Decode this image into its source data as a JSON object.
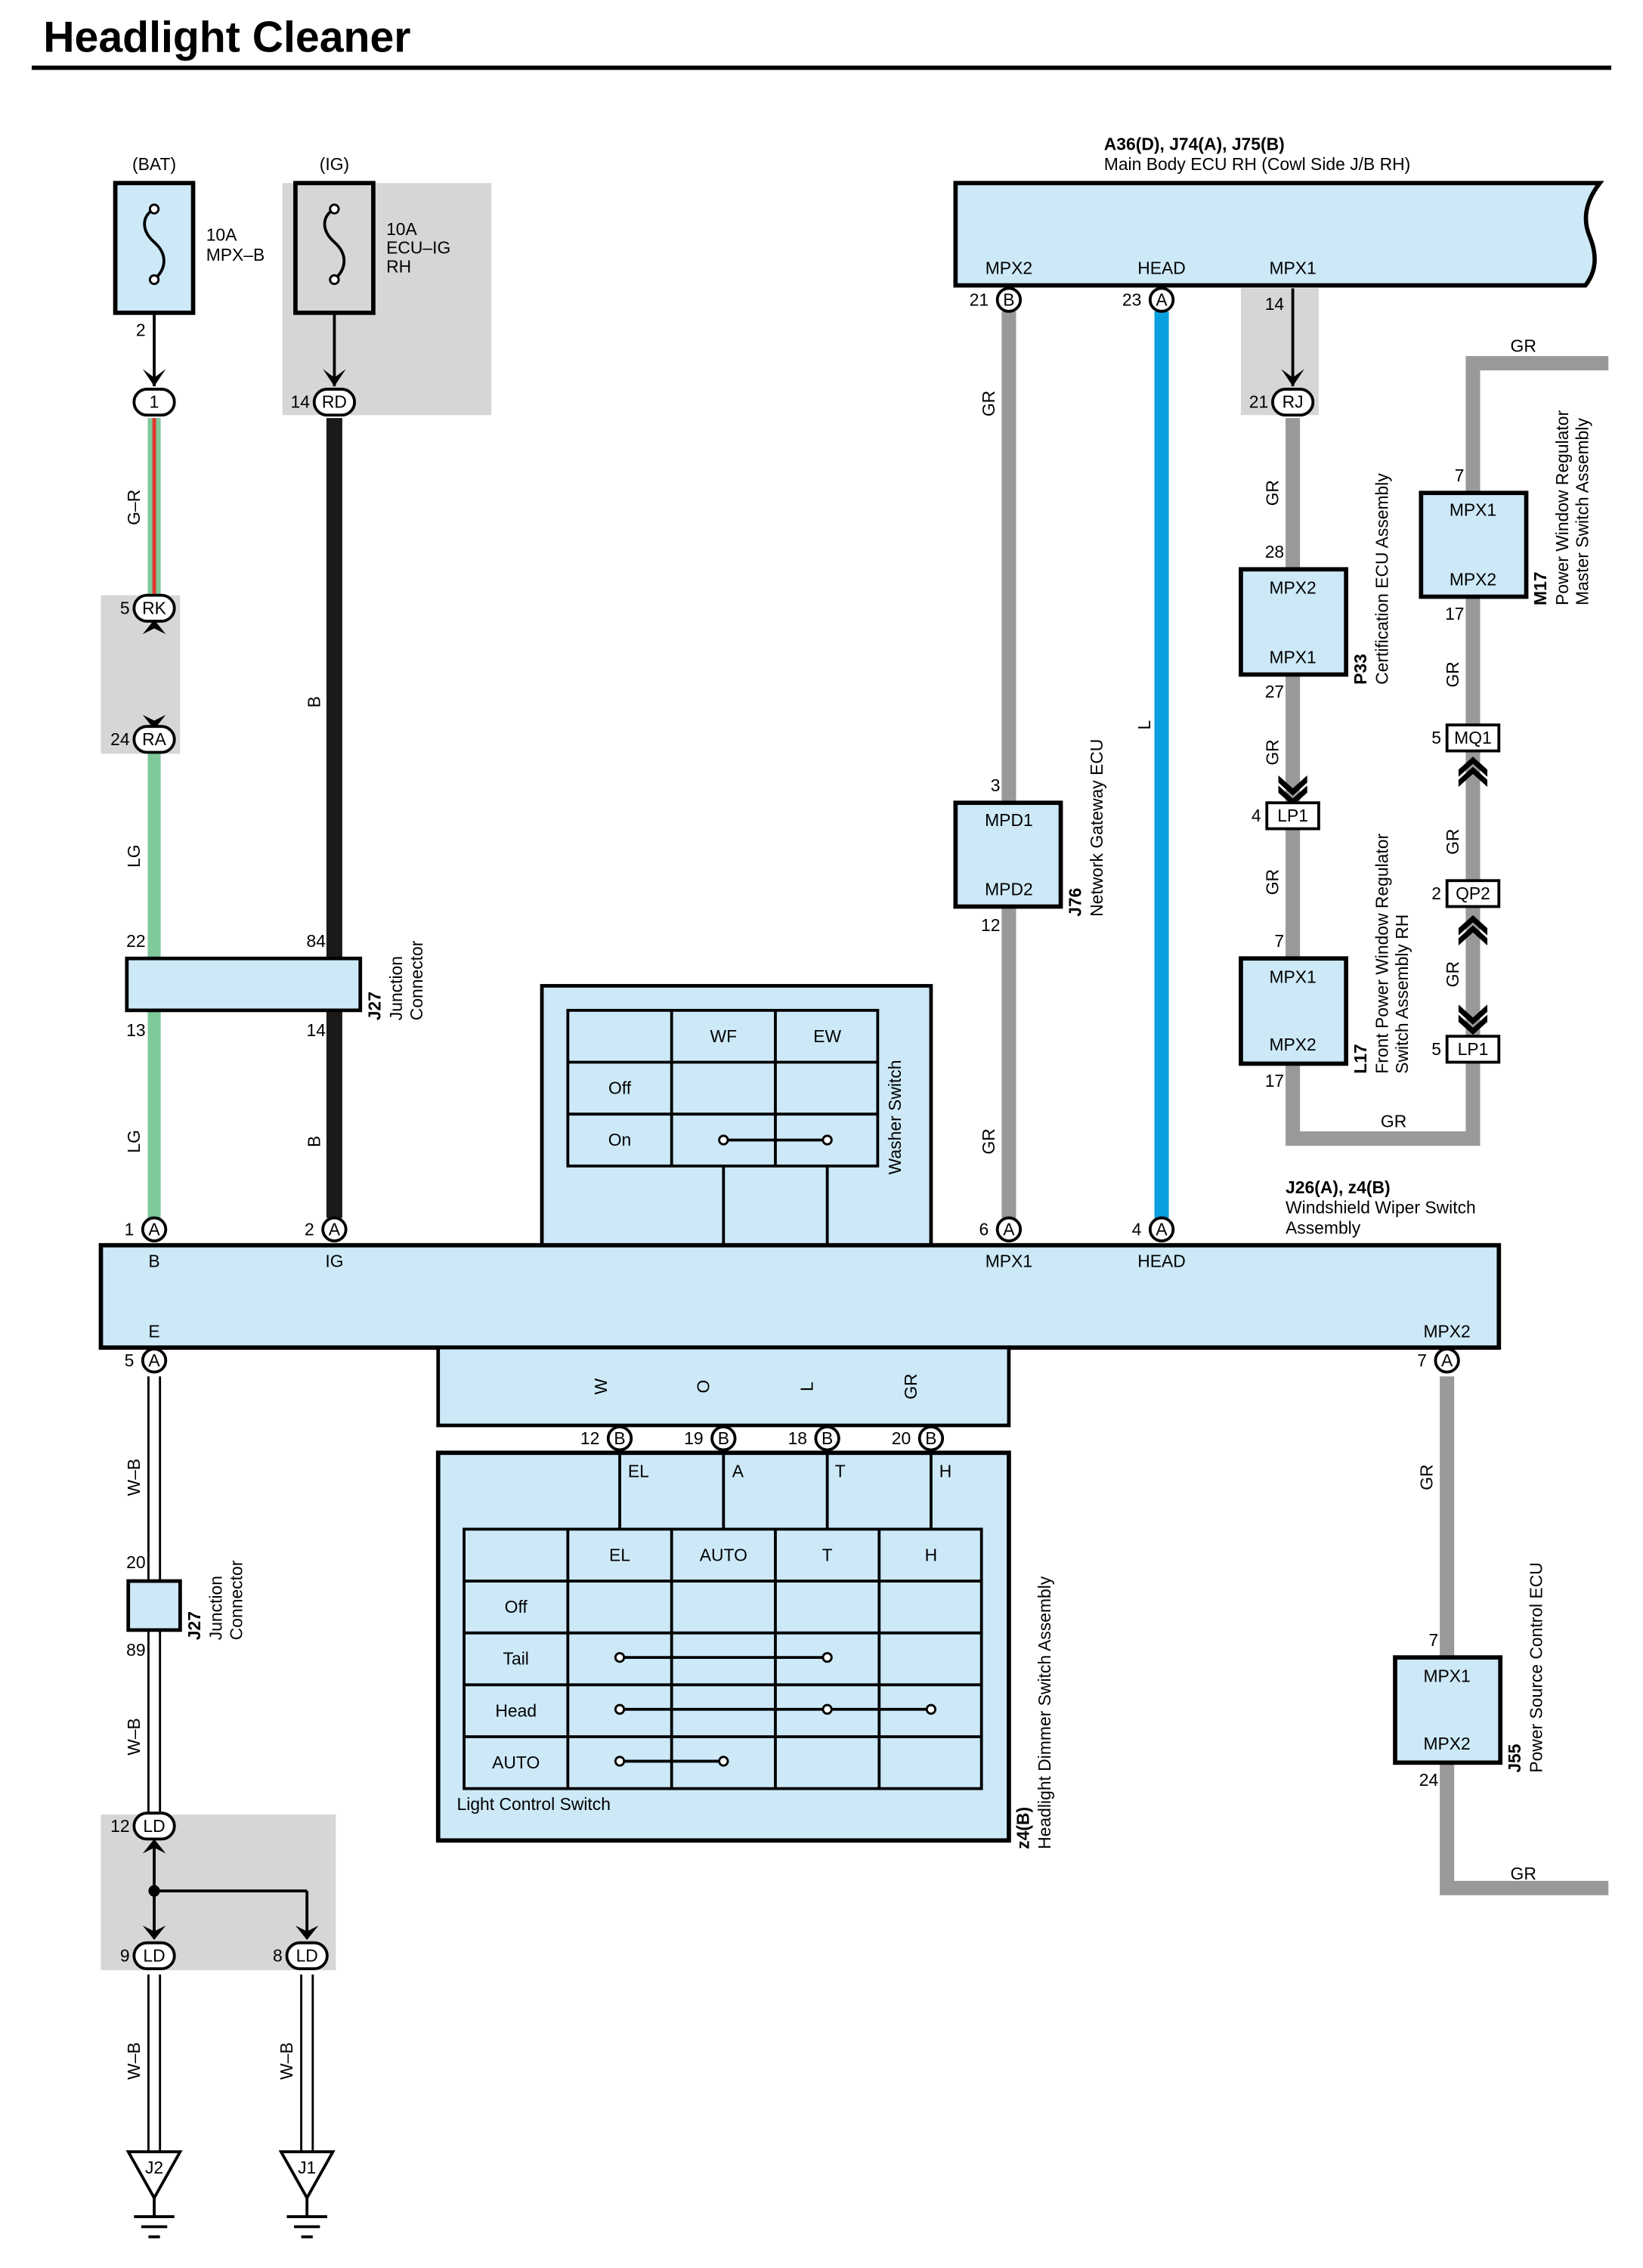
{
  "title": "Headlight Cleaner",
  "power": {
    "bat": "(BAT)",
    "ig": "(IG)",
    "fuse_bat_amp": "10A",
    "fuse_bat_name": "MPX–B",
    "fuse_ig_amp": "10A",
    "fuse_ig_name1": "ECU–IG",
    "fuse_ig_name2": "RH"
  },
  "main_ecu": {
    "ref": "A36(D), J74(A), J75(B)",
    "name": "Main Body ECU RH (Cowl Side J/B RH)",
    "pins": {
      "mpx2": "MPX2",
      "head": "HEAD",
      "mpx1": "MPX1"
    }
  },
  "wiper_switch": {
    "ref": "J26(A), z4(B)",
    "name1": "Windshield Wiper Switch",
    "name2": "Assembly",
    "pins": {
      "b": "B",
      "ig": "IG",
      "mpx1": "MPX1",
      "head": "HEAD",
      "e": "E",
      "mpx2": "MPX2"
    }
  },
  "washer_switch": {
    "label": "Washer Switch",
    "columns": [
      "WF",
      "EW"
    ],
    "rows": [
      "Off",
      "On"
    ]
  },
  "light_control_switch": {
    "label": "Light Control Switch",
    "columns": [
      "EL",
      "AUTO",
      "T",
      "H"
    ],
    "rows": [
      "Off",
      "Tail",
      "Head",
      "AUTO"
    ],
    "pins": [
      "EL",
      "A",
      "T",
      "H"
    ]
  },
  "headlight_dimmer": {
    "ref": "z4(B)",
    "name": "Headlight Dimmer Switch Assembly"
  },
  "junction_connector": {
    "ref": "J27",
    "name1": "Junction",
    "name2": "Connector"
  },
  "network_gateway": {
    "ref": "J76",
    "name": "Network Gateway ECU",
    "pin1": "MPD1",
    "pin2": "MPD2"
  },
  "certification_ecu": {
    "ref": "P33",
    "name": "Certification ECU Assembly"
  },
  "front_pw_regulator": {
    "ref": "L17",
    "name1": "Front Power Window Regulator",
    "name2": "Switch Assembly RH"
  },
  "pw_master": {
    "ref": "M17",
    "name1": "Power Window Regulator",
    "name2": "Master Switch Assembly"
  },
  "power_source_ecu": {
    "ref": "J55",
    "name": "Power Source Control ECU"
  },
  "module_pins": {
    "mpx1": "MPX1",
    "mpx2": "MPX2"
  },
  "wire_colors": {
    "gr": "GR",
    "l": "L",
    "g_r": "G–R",
    "lg": "LG",
    "b": "B",
    "w_b": "W–B",
    "w": "W",
    "o": "O"
  },
  "connectors": {
    "one": "1",
    "rd": "RD",
    "rk": "RK",
    "ra": "RA",
    "rj": "RJ",
    "ld": "LD",
    "lp1": "LP1",
    "mq1": "MQ1",
    "qp2": "QP2",
    "a": "A",
    "b": "B",
    "j1": "J1",
    "j2": "J2"
  },
  "pin_numbers": {
    "p2": "2",
    "p14": "14",
    "p5": "5",
    "p24": "24",
    "p22": "22",
    "p84": "84",
    "p13": "13",
    "p1": "1",
    "p21": "21",
    "p23": "23",
    "p28": "28",
    "p27": "27",
    "p4": "4",
    "p7": "7",
    "p17": "17",
    "p3": "3",
    "p12": "12",
    "p6": "6",
    "p19": "19",
    "p18": "18",
    "p20": "20",
    "p89": "89",
    "p9": "9",
    "p8": "8"
  },
  "colors": {
    "box_fill": "#cde9f8",
    "shade": "#d5d6d8",
    "wire_gray": "#999999",
    "wire_blue": "#0aa0e0",
    "wire_green": "#7fc99b",
    "wire_red": "#e3342f",
    "wire_orange": "#f07e1e",
    "wire_black": "#1a1a1a"
  }
}
